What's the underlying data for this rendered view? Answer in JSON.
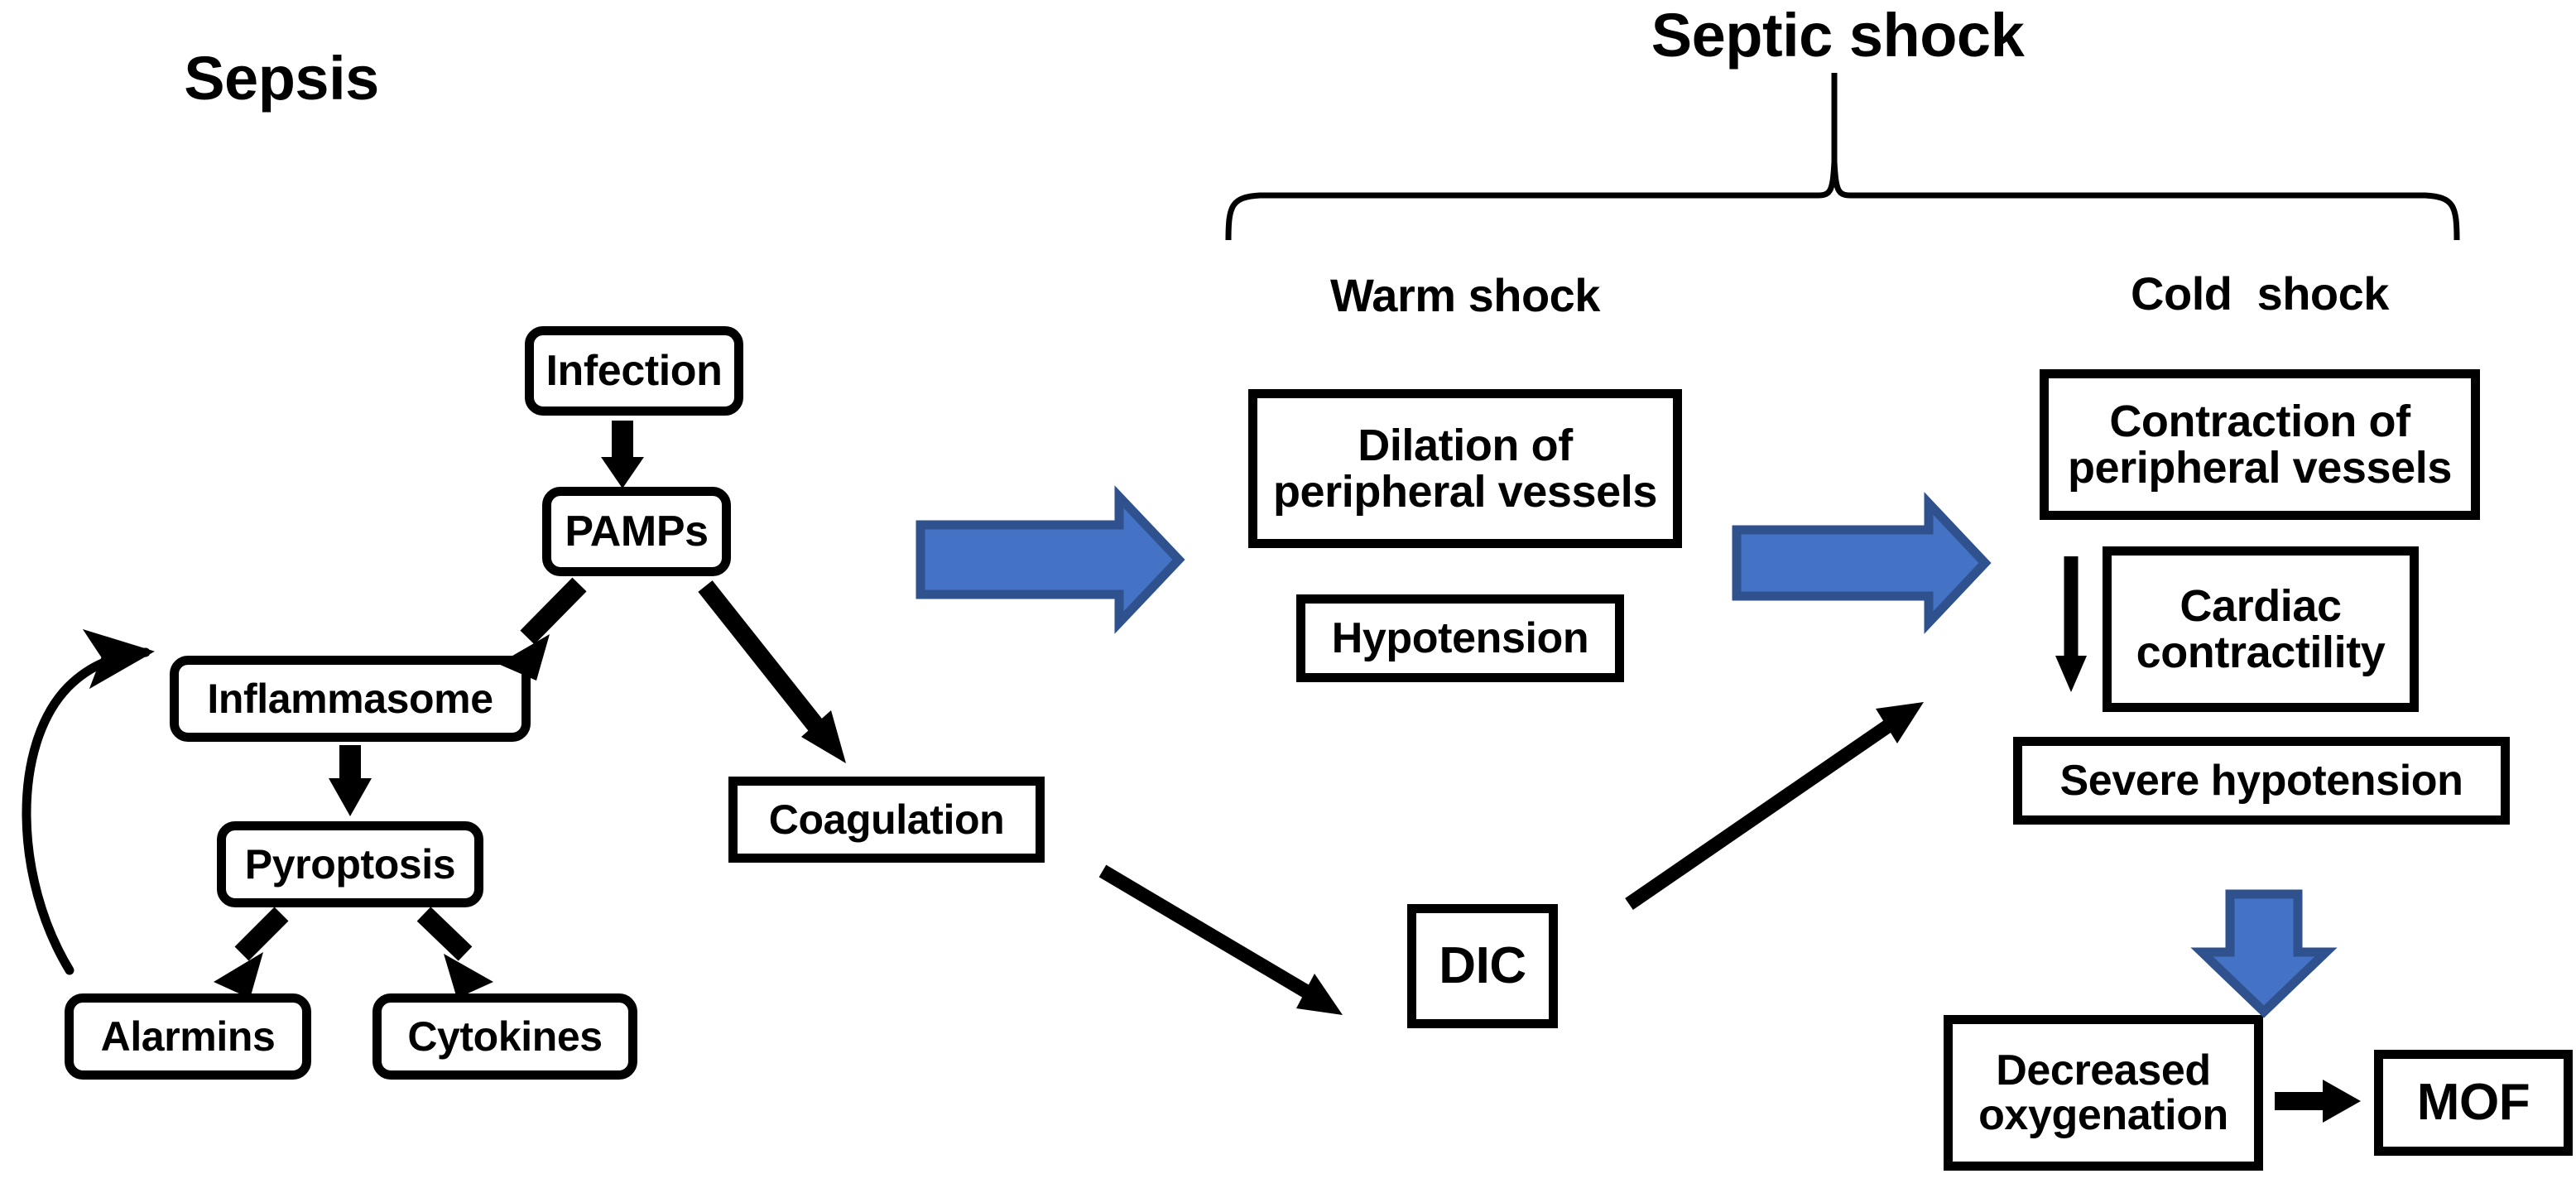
{
  "figure": {
    "type": "flow-diagram",
    "background": "#ffffff",
    "stroke_color": "#000000",
    "accent_blue_fill": "#4472C4",
    "accent_blue_border": "#2F528F"
  },
  "titles": {
    "sepsis": "Sepsis",
    "septic_shock": "Septic shock",
    "warm_shock": "Warm shock",
    "cold_shock": "Cold  shock"
  },
  "nodes": {
    "infection": "Infection",
    "pamps": "PAMPs",
    "inflammasome": "Inflammasome",
    "pyroptosis": "Pyroptosis",
    "alarmins": "Alarmins",
    "cytokines": "Cytokines",
    "coagulation": "Coagulation",
    "dic": "DIC",
    "dilation": "Dilation of\nperipheral vessels",
    "hypotension": "Hypotension",
    "contraction": "Contraction of\nperipheral vessels",
    "cardiac": "Cardiac\ncontractility",
    "severe_hypotension": "Severe hypotension",
    "decreased_oxygenation": "Decreased\noxygenation",
    "mof": "MOF"
  },
  "edges": [
    {
      "from": "infection",
      "to": "pamps",
      "style": "black-arrow-down"
    },
    {
      "from": "pamps",
      "to": "inflammasome",
      "style": "black-arrow-diagonal"
    },
    {
      "from": "pamps",
      "to": "coagulation",
      "style": "black-arrow-diagonal"
    },
    {
      "from": "inflammasome",
      "to": "pyroptosis",
      "style": "black-arrow-down"
    },
    {
      "from": "pyroptosis",
      "to": "alarmins",
      "style": "black-arrow-diagonal"
    },
    {
      "from": "pyroptosis",
      "to": "cytokines",
      "style": "black-arrow-diagonal"
    },
    {
      "from": "alarmins",
      "to": "inflammasome",
      "style": "black-curved-feedback"
    },
    {
      "from": "coagulation",
      "to": "dic",
      "style": "black-arrow-diagonal"
    },
    {
      "from": "dic",
      "to": "cold-shock",
      "style": "black-arrow-diagonal-up"
    },
    {
      "from": "sepsis",
      "to": "warm-shock",
      "style": "blue-arrow-right"
    },
    {
      "from": "warm-shock",
      "to": "cold-shock",
      "style": "blue-arrow-right"
    },
    {
      "from": "severe_hypotension",
      "to": "decreased_oxygenation",
      "style": "blue-arrow-down"
    },
    {
      "from": "decreased_oxygenation",
      "to": "mof",
      "style": "black-arrow-right"
    },
    {
      "from": "cardiac-decrease",
      "to": "severe_hypotension",
      "style": "black-down-glyph"
    }
  ],
  "brace": {
    "label_ref": "septic_shock"
  }
}
